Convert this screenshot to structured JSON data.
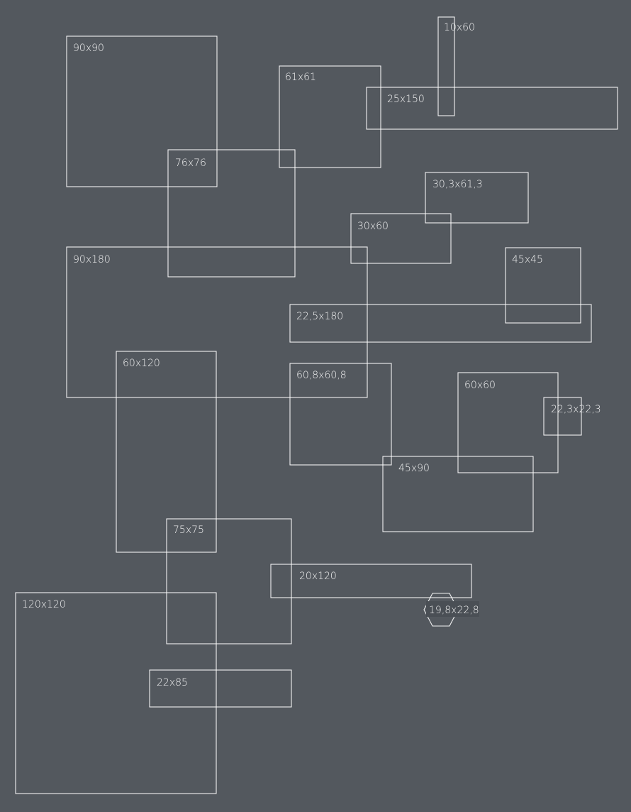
{
  "background_color": "#53585e",
  "line_color": "#ffffff",
  "shapes": [
    {
      "id": "s90x90",
      "label": "90x90",
      "shape": "rect"
    },
    {
      "id": "s61x61",
      "label": "61x61",
      "shape": "rect"
    },
    {
      "id": "s10x60",
      "label": "10x60",
      "shape": "rect"
    },
    {
      "id": "s25x150",
      "label": "25x150",
      "shape": "rect"
    },
    {
      "id": "s76x76",
      "label": "76x76",
      "shape": "rect"
    },
    {
      "id": "s30x61",
      "label": "30,3x61,3",
      "shape": "rect"
    },
    {
      "id": "s30x60",
      "label": "30x60",
      "shape": "rect"
    },
    {
      "id": "s90x180",
      "label": "90x180",
      "shape": "rect"
    },
    {
      "id": "s45x45",
      "label": "45x45",
      "shape": "rect"
    },
    {
      "id": "s22x180",
      "label": "22,5x180",
      "shape": "rect"
    },
    {
      "id": "s60x120",
      "label": "60x120",
      "shape": "rect"
    },
    {
      "id": "s60x60b",
      "label": "60,8x60,8",
      "shape": "rect"
    },
    {
      "id": "s60x60",
      "label": "60x60",
      "shape": "rect"
    },
    {
      "id": "s22x22",
      "label": "22,3x22,3",
      "shape": "rect"
    },
    {
      "id": "s45x90",
      "label": "45x90",
      "shape": "rect"
    },
    {
      "id": "s75x75",
      "label": "75x75",
      "shape": "rect"
    },
    {
      "id": "s20x120",
      "label": "20x120",
      "shape": "rect"
    },
    {
      "id": "s19x22",
      "label": "19,8x22,8",
      "shape": "hexagon"
    },
    {
      "id": "s120x120",
      "label": "120x120",
      "shape": "rect"
    },
    {
      "id": "s22x85",
      "label": "22x85",
      "shape": "rect"
    }
  ]
}
